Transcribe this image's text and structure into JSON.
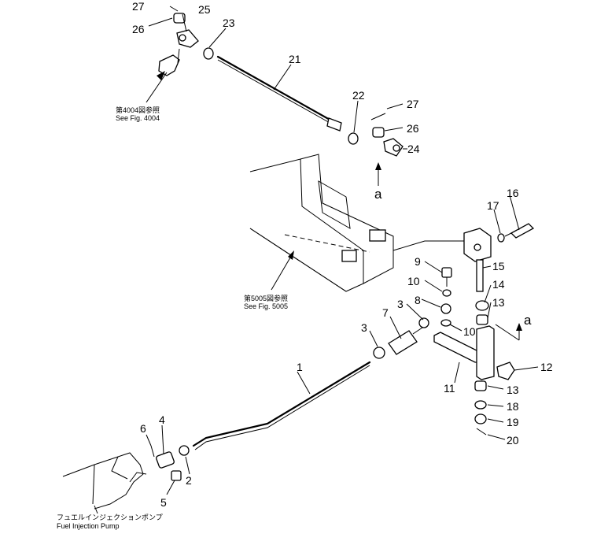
{
  "callouts": {
    "n1": "1",
    "n2": "2",
    "n3a": "3",
    "n3b": "3",
    "n4": "4",
    "n5": "5",
    "n6": "6",
    "n7": "7",
    "n8": "8",
    "n9": "9",
    "n10a": "10",
    "n10b": "10",
    "n11": "11",
    "n12": "12",
    "n13a": "13",
    "n13b": "13",
    "n14": "14",
    "n15": "15",
    "n16": "16",
    "n17": "17",
    "n18": "18",
    "n19": "19",
    "n20": "20",
    "n21": "21",
    "n22": "22",
    "n23": "23",
    "n24": "24",
    "n25": "25",
    "n26a": "26",
    "n26b": "26",
    "n27a": "27",
    "n27b": "27"
  },
  "markers": {
    "a_top": "a",
    "a_right": "a"
  },
  "references": {
    "fig4004_jp": "第4004図参照",
    "fig4004_en": "See Fig. 4004",
    "fig5005_jp": "第5005図参照",
    "fig5005_en": "See Fig. 5005",
    "pump_jp": "フュエルインジェクションポンプ",
    "pump_en": "Fuel Injection Pump"
  }
}
